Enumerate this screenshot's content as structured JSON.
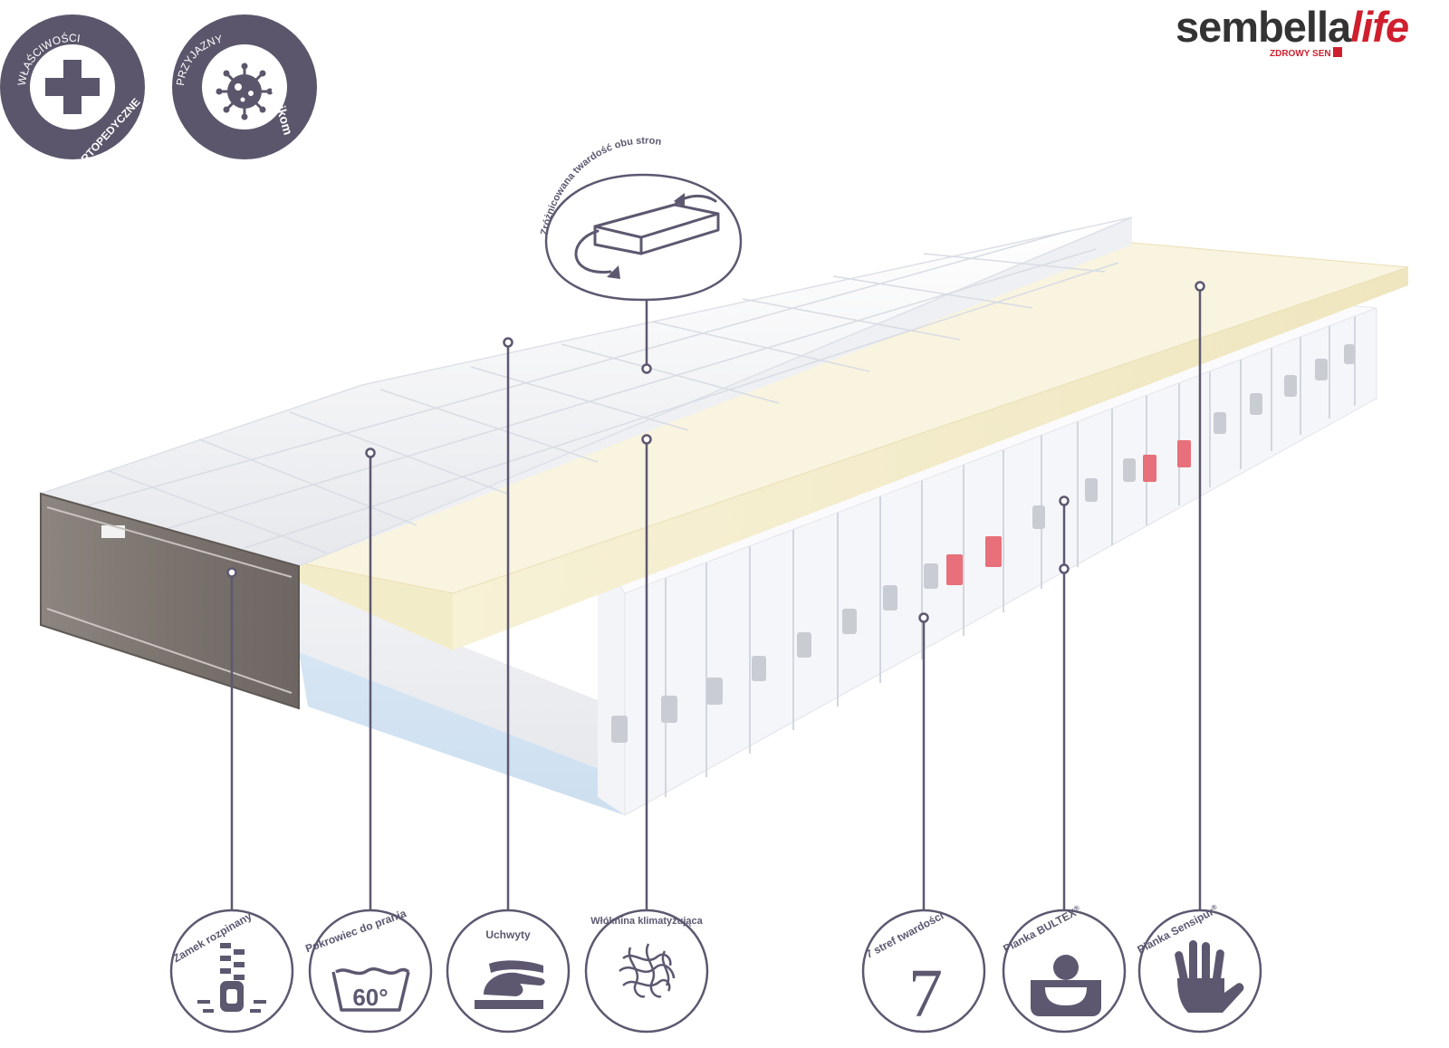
{
  "brand": {
    "name_main": "sembella",
    "name_accent": "life",
    "tagline": "ZDROWY SEN"
  },
  "colors": {
    "badge": "#5b566b",
    "brand_red": "#cf1f2e",
    "line": "#5d5870",
    "foam_yellow": "#f5efcf",
    "foam_blue": "#dbe8f4"
  },
  "badges": [
    {
      "top": "WŁAŚCIWOŚCI",
      "bold": "ORTOPEDYCZNE",
      "icon": "plus-icon"
    },
    {
      "top": "PRZYJAZNY",
      "bold": "alergikom",
      "icon": "allergen-icon"
    }
  ],
  "callout_top": {
    "text": "Zróżnicowana twardość obu stron",
    "icon": "flip-mattress-icon"
  },
  "features": [
    {
      "label": "Zamek rozpinany",
      "icon": "zipper-icon"
    },
    {
      "label": "Pokrowiec do prania",
      "icon": "wash-icon",
      "value": "60°"
    },
    {
      "label": "Uchwyty",
      "icon": "handle-icon"
    },
    {
      "label": "Włóknina klimatyzująca",
      "icon": "fiber-icon"
    },
    {
      "label": "7 stref twardości",
      "icon": "zones-icon",
      "value": "7"
    },
    {
      "label": "Pianka BULTEX",
      "reg": "®",
      "icon": "foam-bultex-icon"
    },
    {
      "label": "Pianka Sensipur",
      "reg": "®",
      "icon": "hand-icon"
    }
  ]
}
